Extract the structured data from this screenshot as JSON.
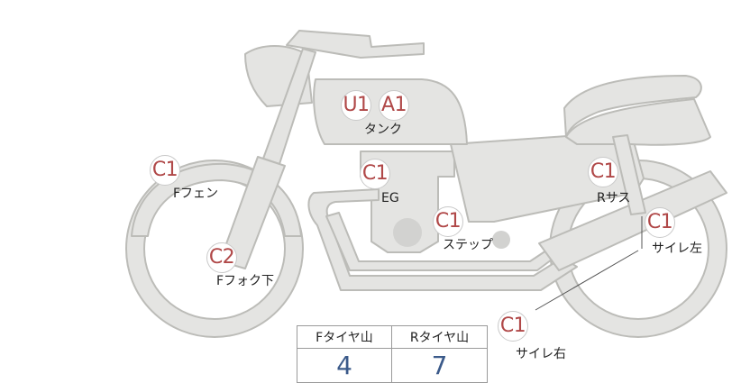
{
  "markers": [
    {
      "code": "U1",
      "label": ""
    },
    {
      "code": "A1",
      "label": "タンク"
    },
    {
      "code": "C1",
      "label": "Fフェン"
    },
    {
      "code": "C1",
      "label": "EG"
    },
    {
      "code": "C1",
      "label": "ステップ"
    },
    {
      "code": "C2",
      "label": "Fフォク下"
    },
    {
      "code": "C1",
      "label": "Rサス"
    },
    {
      "code": "C1",
      "label": "サイレ左"
    },
    {
      "code": "C1",
      "label": "サイレ右"
    }
  ],
  "tire_table": {
    "front_header": "Fタイヤ山",
    "rear_header": "Rタイヤ山",
    "front_value": "4",
    "rear_value": "7"
  }
}
